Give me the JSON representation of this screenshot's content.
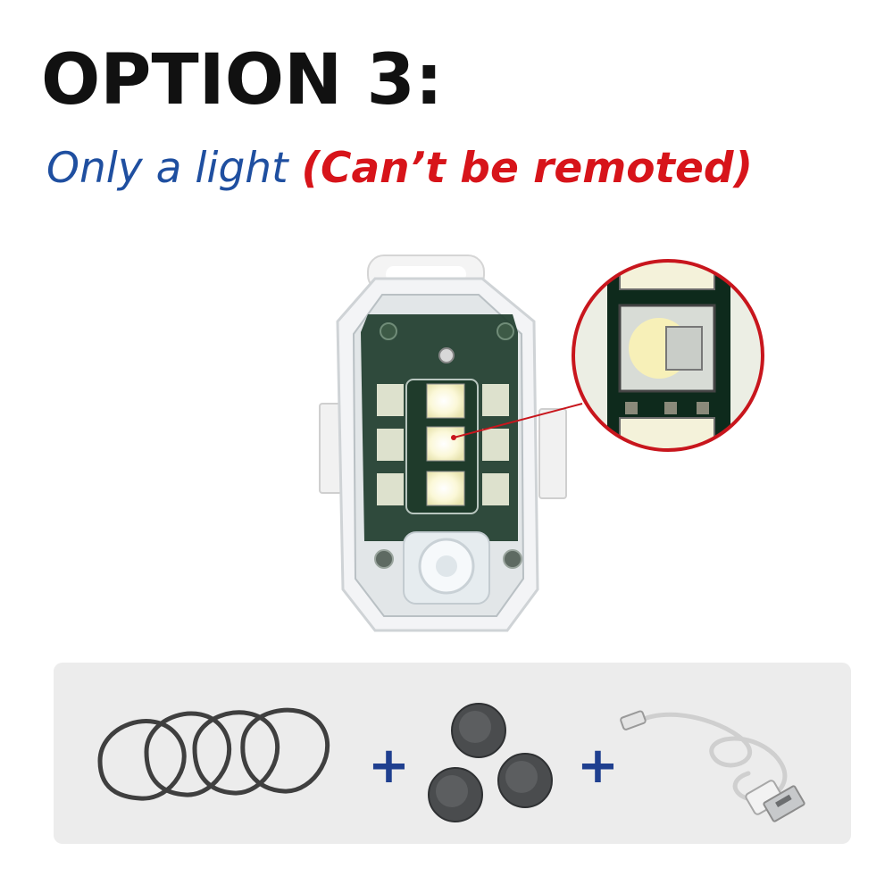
{
  "heading": {
    "title": "OPTION 3:"
  },
  "subtitle": {
    "plain": "Only a light",
    "note": "(Can’t be remoted)"
  },
  "colors": {
    "heading": "#111111",
    "subtitle_plain": "#1f4fa0",
    "subtitle_note": "#d7141a",
    "zoom_ring": "#c8161d",
    "tray_background": "#ececec",
    "plus_sign": "#1f3f8f"
  },
  "accessories": {
    "separator_1": "+",
    "separator_2": "+",
    "items": [
      "rubber-bands-icon",
      "adhesive-pads-icon",
      "usb-cable-icon"
    ]
  }
}
